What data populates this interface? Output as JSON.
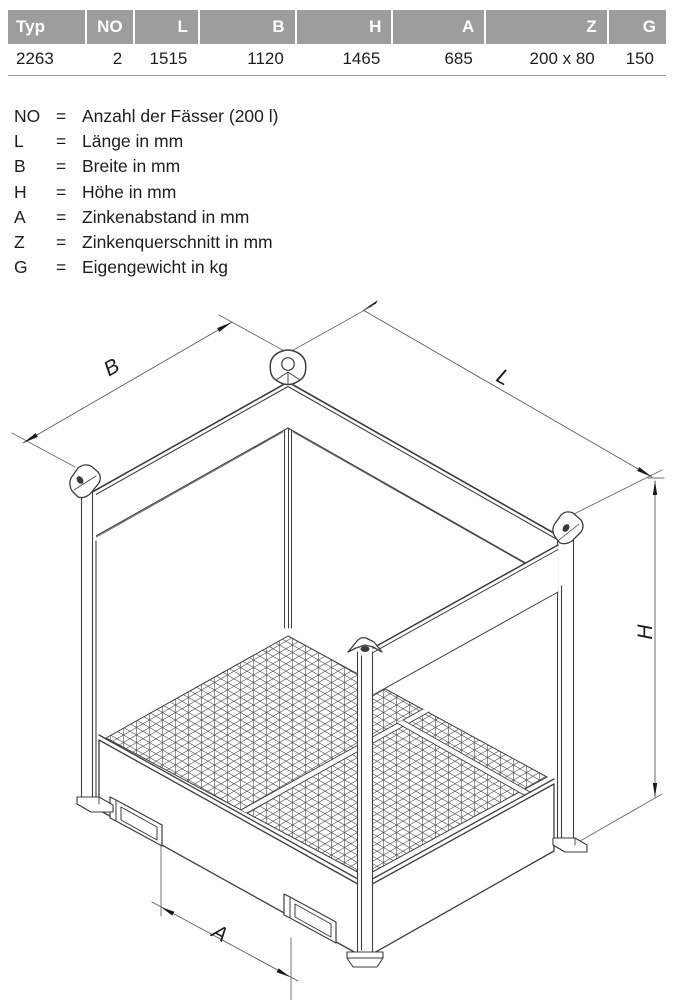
{
  "table": {
    "headers": [
      "Typ",
      "NO",
      "L",
      "B",
      "H",
      "A",
      "Z",
      "G"
    ],
    "values": [
      "2263",
      "2",
      "1515",
      "1120",
      "1465",
      "685",
      "200 x 80",
      "150"
    ]
  },
  "legend": {
    "items": [
      {
        "abbr": "NO",
        "eq": "=",
        "text": "Anzahl der Fässer (200 l)"
      },
      {
        "abbr": "L",
        "eq": "=",
        "text": "Länge in mm"
      },
      {
        "abbr": "B",
        "eq": "=",
        "text": "Breite in mm"
      },
      {
        "abbr": "H",
        "eq": "=",
        "text": "Höhe in mm"
      },
      {
        "abbr": "A",
        "eq": "=",
        "text": "Zinkenabstand in mm"
      },
      {
        "abbr": "Z",
        "eq": "=",
        "text": "Zinkenquerschnitt in mm"
      },
      {
        "abbr": "G",
        "eq": "=",
        "text": "Eigengewicht in kg"
      }
    ]
  },
  "diagram": {
    "labels": {
      "b": "B",
      "l": "L",
      "h": "H",
      "a": "A"
    }
  },
  "colors": {
    "header_bg": "#9d9d9c",
    "header_text": "#ffffff",
    "body_text": "#1d1d1b",
    "drawing_line": "#3e3e3e",
    "dimension_line": "#5a5a5a"
  }
}
